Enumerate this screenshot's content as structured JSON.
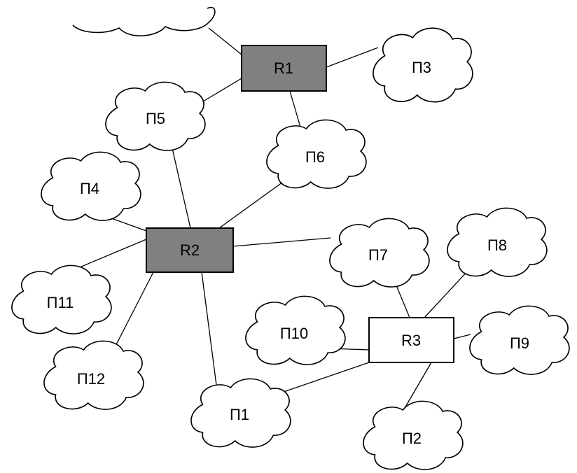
{
  "colors": {
    "router_gray": "#808080",
    "router_white": "#ffffff",
    "line": "#000000"
  },
  "routers": [
    {
      "id": "r1",
      "label": "R1",
      "shaded": true
    },
    {
      "id": "r2",
      "label": "R2",
      "shaded": true
    },
    {
      "id": "r3",
      "label": "R3",
      "shaded": false
    }
  ],
  "networks": [
    {
      "id": "top",
      "label": ""
    },
    {
      "id": "p1",
      "label": "П1"
    },
    {
      "id": "p2",
      "label": "П2"
    },
    {
      "id": "p3",
      "label": "П3"
    },
    {
      "id": "p4",
      "label": "П4"
    },
    {
      "id": "p5",
      "label": "П5"
    },
    {
      "id": "p6",
      "label": "П6"
    },
    {
      "id": "p7",
      "label": "П7"
    },
    {
      "id": "p8",
      "label": "П8"
    },
    {
      "id": "p9",
      "label": "П9"
    },
    {
      "id": "p10",
      "label": "П10"
    },
    {
      "id": "p11",
      "label": "П11"
    },
    {
      "id": "p12",
      "label": "П12"
    }
  ],
  "links": [
    [
      "r1",
      "top"
    ],
    [
      "r1",
      "p3"
    ],
    [
      "r1",
      "p5"
    ],
    [
      "r1",
      "p6"
    ],
    [
      "r2",
      "p5"
    ],
    [
      "r2",
      "p6"
    ],
    [
      "r2",
      "p4"
    ],
    [
      "r2",
      "p7"
    ],
    [
      "r2",
      "p11"
    ],
    [
      "r2",
      "p12"
    ],
    [
      "r2",
      "p1"
    ],
    [
      "r3",
      "p7"
    ],
    [
      "r3",
      "p8"
    ],
    [
      "r3",
      "p9"
    ],
    [
      "r3",
      "p10"
    ],
    [
      "r3",
      "p1"
    ],
    [
      "r3",
      "p2"
    ]
  ]
}
